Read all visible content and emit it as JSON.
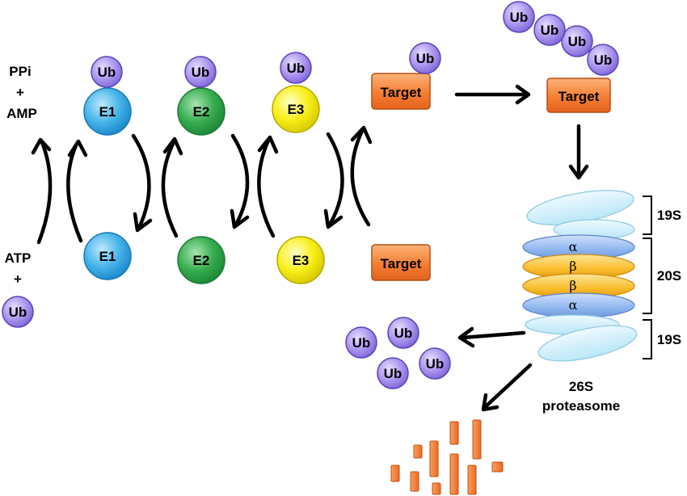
{
  "colors": {
    "ub": "#a995ee",
    "e1": "#46b3e8",
    "e2": "#36ad4f",
    "e3": "#f9ef18",
    "target": "#f57e32",
    "proteasome_cap": "#cbeffb",
    "alpha_ring": "#8fb6f0",
    "beta_ring": "#f9bd2b",
    "fragment": "#f57e32"
  },
  "icons": {
    "curved_arrow": "curved-arrow-icon",
    "straight_arrow": "arrow-icon",
    "bracket": "bracket-icon"
  },
  "left_inputs": {
    "ppi": "PPi",
    "plus1": "+",
    "amp": "AMP",
    "atp": "ATP",
    "plus2": "+",
    "ub": "Ub"
  },
  "enzymes": {
    "e1_top": "E1",
    "e2_top": "E2",
    "e3_top": "E3",
    "e1_bottom": "E1",
    "e2_bottom": "E2",
    "e3_bottom": "E3"
  },
  "ub_label": "Ub",
  "target_label": "Target",
  "proteasome": {
    "cap_top": "19S",
    "core": "20S",
    "cap_bottom": "19S",
    "rings": [
      "α",
      "β",
      "β",
      "α"
    ],
    "name_line1": "26S",
    "name_line2": "proteasome"
  }
}
